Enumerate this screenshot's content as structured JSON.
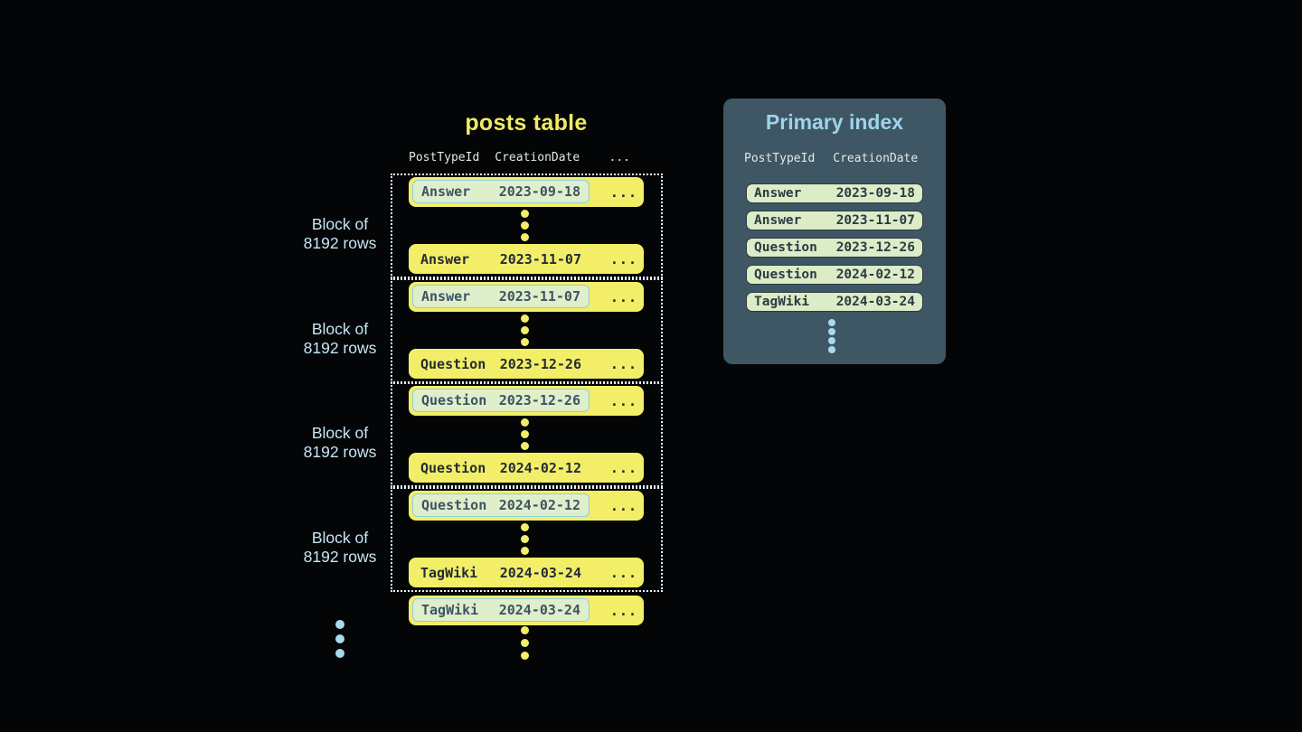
{
  "colors": {
    "background": "#040507",
    "row_yellow": "#f3ee68",
    "posts_title_yellow": "#f0eb62",
    "row_text_dark": "#222c36",
    "highlight_bg": "#dfeecb",
    "highlight_border": "#8ecfe5",
    "highlight_text": "#3c5563",
    "panel_bg": "#3f5664",
    "panel_title_blue": "#9fd4ea",
    "header_text": "#e2e9e4",
    "block_label_blue": "#c6e7f4",
    "dotted_border": "#e9f3f8",
    "pill_bg": "#dcecc6",
    "pill_text": "#2c3a44",
    "blue_dot": "#a9d9ec"
  },
  "posts_table": {
    "title": "posts table",
    "headers": {
      "col1": "PostTypeId",
      "col2": "CreationDate",
      "col3": "..."
    },
    "block_label": {
      "line1": "Block of",
      "line2": "8192 rows"
    },
    "ellipsis": "...",
    "blocks": [
      {
        "first_row": {
          "post_type": "Answer",
          "creation_date": "2023-09-18"
        },
        "last_row": {
          "post_type": "Answer",
          "creation_date": "2023-11-07"
        }
      },
      {
        "first_row": {
          "post_type": "Answer",
          "creation_date": "2023-11-07"
        },
        "last_row": {
          "post_type": "Question",
          "creation_date": "2023-12-26"
        }
      },
      {
        "first_row": {
          "post_type": "Question",
          "creation_date": "2023-12-26"
        },
        "last_row": {
          "post_type": "Question",
          "creation_date": "2024-02-12"
        }
      },
      {
        "first_row": {
          "post_type": "Question",
          "creation_date": "2024-02-12"
        },
        "last_row": {
          "post_type": "TagWiki",
          "creation_date": "2024-03-24"
        }
      }
    ],
    "overflow_row": {
      "post_type": "TagWiki",
      "creation_date": "2024-03-24"
    }
  },
  "primary_index": {
    "title": "Primary index",
    "headers": {
      "col1": "PostTypeId",
      "col2": "CreationDate"
    },
    "rows": [
      {
        "post_type": "Answer",
        "creation_date": "2023-09-18"
      },
      {
        "post_type": "Answer",
        "creation_date": "2023-11-07"
      },
      {
        "post_type": "Question",
        "creation_date": "2023-12-26"
      },
      {
        "post_type": "Question",
        "creation_date": "2024-02-12"
      },
      {
        "post_type": "TagWiki",
        "creation_date": "2024-03-24"
      }
    ]
  }
}
